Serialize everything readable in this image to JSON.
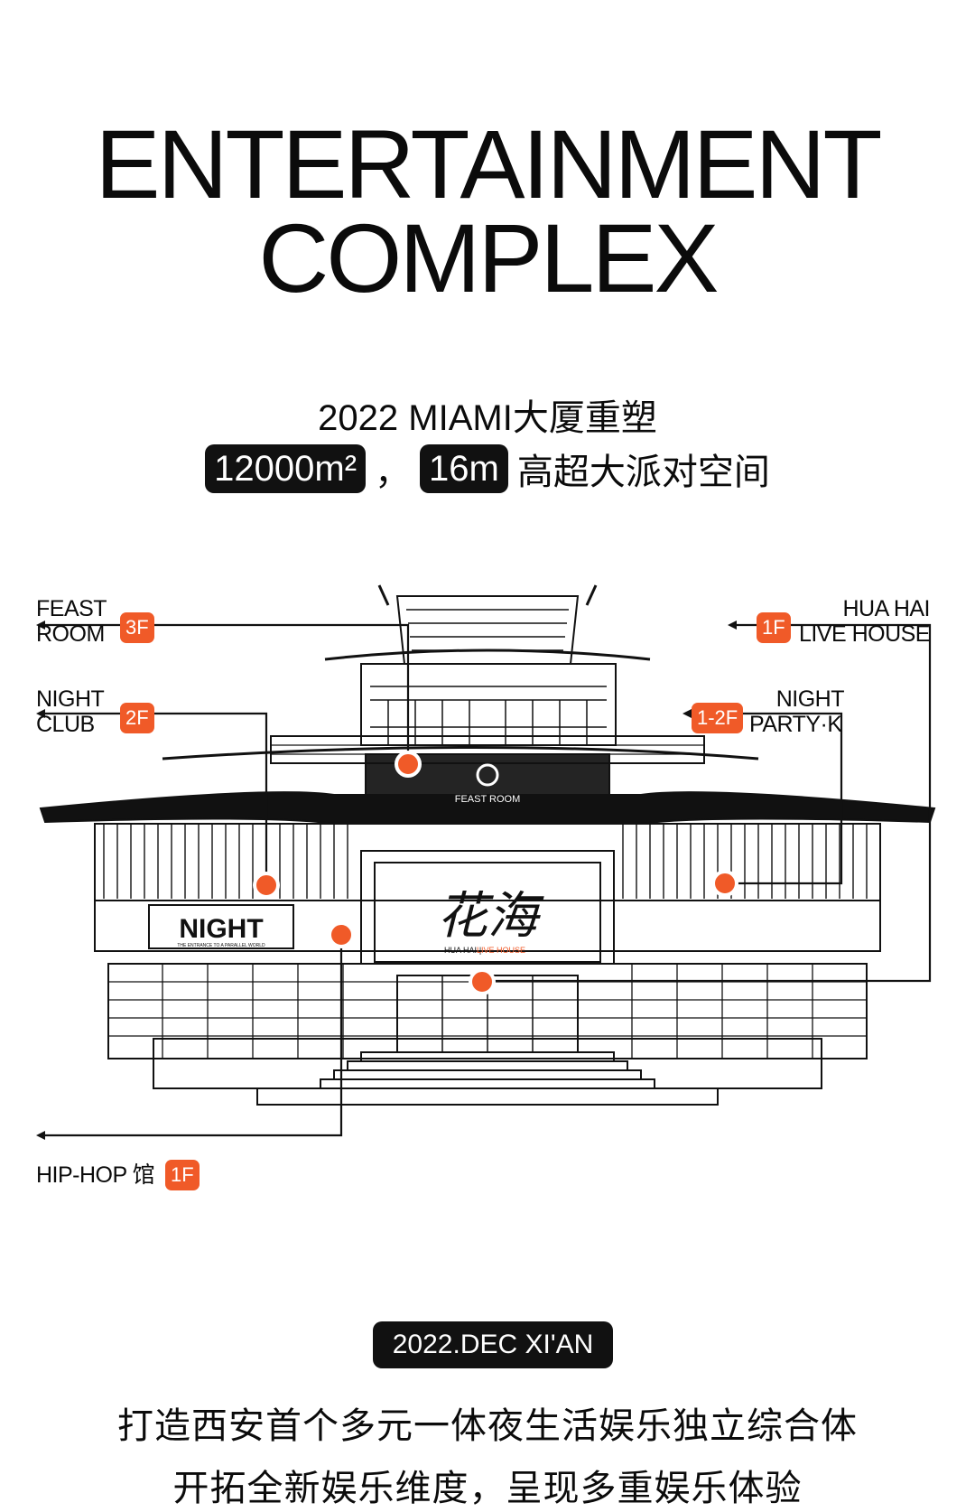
{
  "heading": {
    "line1": "ENTERTAINMENT",
    "line2": "COMPLEX"
  },
  "subtitle": {
    "line1": "2022 MIAMI大厦重塑",
    "area": "12000m²",
    "comma": "，",
    "height": "16m",
    "rest": "高超大派对空间"
  },
  "venues": {
    "feast_room": {
      "line1": "FEAST",
      "line2": "ROOM",
      "floor": "3F"
    },
    "night_club": {
      "line1": "NIGHT",
      "line2": "CLUB",
      "floor": "2F"
    },
    "hua_hai": {
      "line1": "HUA HAI",
      "line2": "LIVE HOUSE",
      "floor": "1F"
    },
    "night_party": {
      "line1": "NIGHT",
      "line2": "PARTY·K",
      "floor": "1-2F"
    },
    "hiphop": {
      "label": "HIP-HOP 馆",
      "floor": "1F"
    }
  },
  "signage": {
    "feast": "FEAST ROOM",
    "night": "NIGHT",
    "night_tagline": "THE ENTRANCE TO A PARALLEL WORLD",
    "huahai_cn": "花海",
    "huahai_en": "HUA HAI",
    "huahai_sep": "|",
    "huahai_live": "LIVE HOUSE"
  },
  "footer": {
    "date": "2022.DEC XI'AN",
    "line1": "打造西安首个多元一体夜生活娱乐独立综合体",
    "line2": "开拓全新娱乐维度，呈现多重娱乐体验"
  },
  "colors": {
    "accent": "#f05a28",
    "ink": "#0b0b0b",
    "background": "#ffffff"
  }
}
